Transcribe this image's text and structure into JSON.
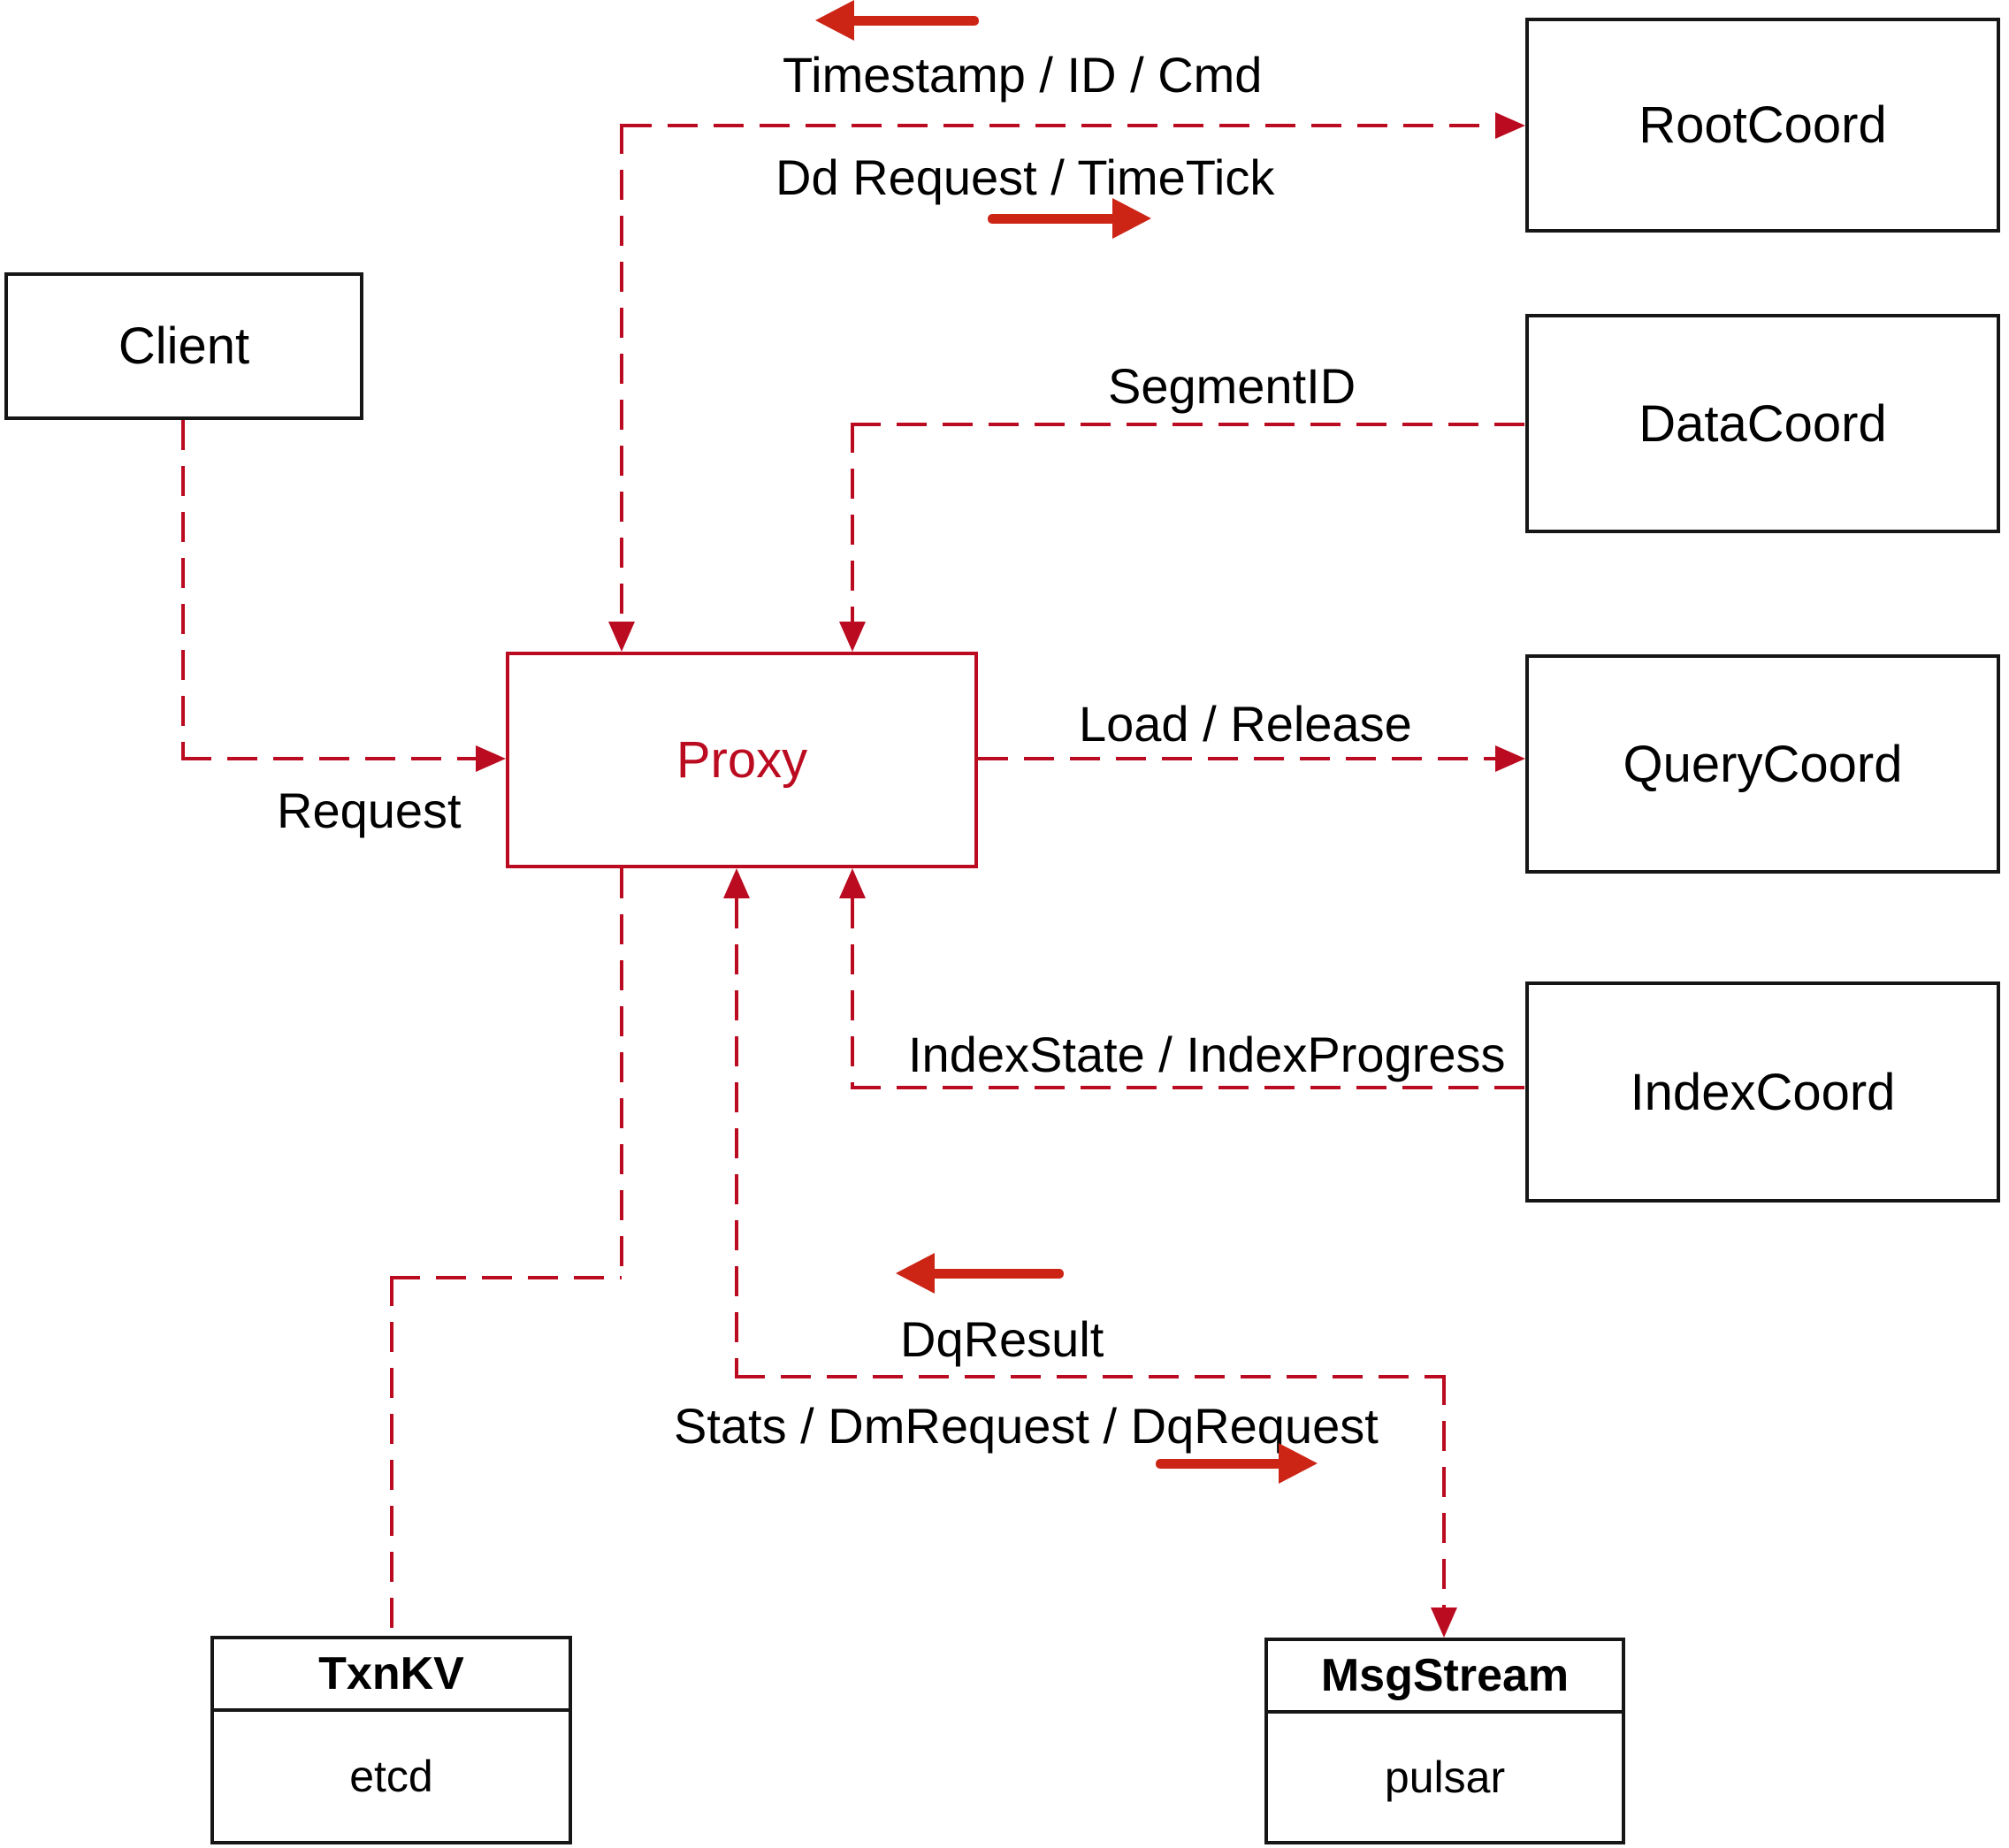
{
  "diagram": {
    "nodes": {
      "client": {
        "label": "Client"
      },
      "root_coord": {
        "label": "RootCoord"
      },
      "data_coord": {
        "label": "DataCoord"
      },
      "query_coord": {
        "label": "QueryCoord"
      },
      "index_coord": {
        "label": "IndexCoord"
      },
      "proxy": {
        "label": "Proxy"
      },
      "txn_kv": {
        "label": "TxnKV",
        "sublabel": "etcd"
      },
      "msg_stream": {
        "label": "MsgStream",
        "sublabel": "pulsar"
      }
    },
    "edge_labels": {
      "request": "Request",
      "timestamp": "Timestamp / ID / Cmd",
      "dd_request": "Dd Request / TimeTick",
      "segment_id": "SegmentID",
      "load_release": "Load / Release",
      "index_state": "IndexState / IndexProgress",
      "dq_result": "DqResult",
      "stats": "Stats / DmRequest / DqRequest"
    },
    "colors": {
      "line_red": "#bb0b20",
      "arrow_red": "#cc2415",
      "box_border": "#161616",
      "text": "#000000"
    }
  }
}
